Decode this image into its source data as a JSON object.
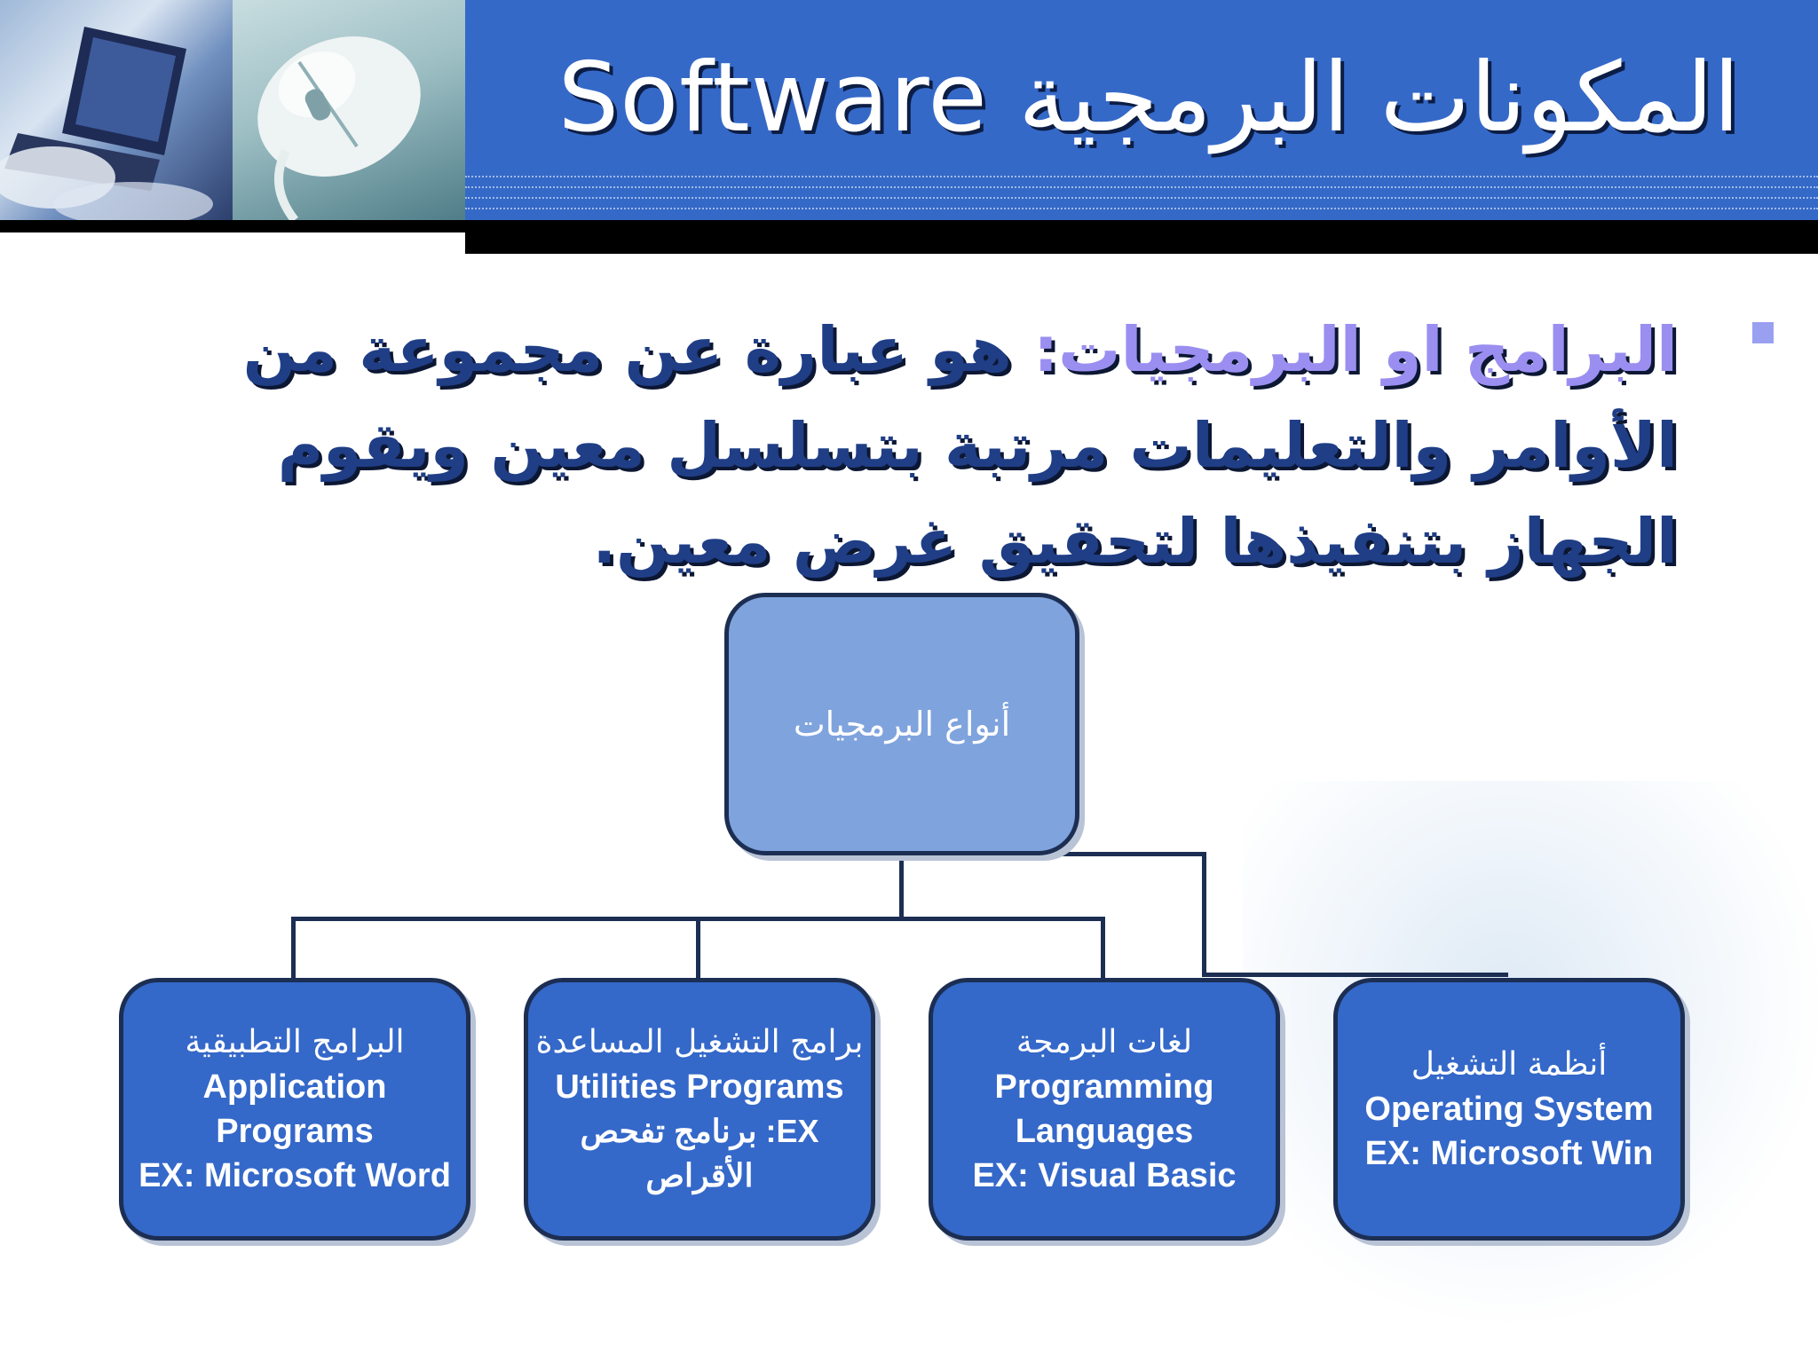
{
  "slide": {
    "title": "المكونات البرمجية Software",
    "body": {
      "term": "البرامج او البرمجيات:",
      "definition": " هو عبارة عن مجموعة من الأوامر والتعليمات مرتبة بتسلسل معين ويقوم الجهاز بتنفيذها لتحقيق غرض معين."
    },
    "chart": {
      "root": "أنواع البرمجيات",
      "children": [
        {
          "arabic": "البرامج التطبيقية",
          "lines": [
            "Application",
            "Programs",
            "EX: Microsoft  Word"
          ]
        },
        {
          "arabic": "برامج التشغيل المساعدة",
          "lines": [
            "Utilities Programs"
          ],
          "example": "EX: برنامج تفحص الأقراص"
        },
        {
          "arabic": "لغات البرمجة",
          "lines": [
            "Programming",
            "Languages",
            "EX: Visual Basic"
          ]
        },
        {
          "arabic": "أنظمة التشغيل",
          "lines": [
            "Operating System",
            "EX: Microsoft Win"
          ]
        }
      ]
    },
    "colors": {
      "header_band": "#3569c8",
      "box_fill": "#3468c9",
      "root_fill": "#7fa3dd",
      "body_text": "#1f3e86",
      "highlight": "#9a8ff0"
    }
  }
}
